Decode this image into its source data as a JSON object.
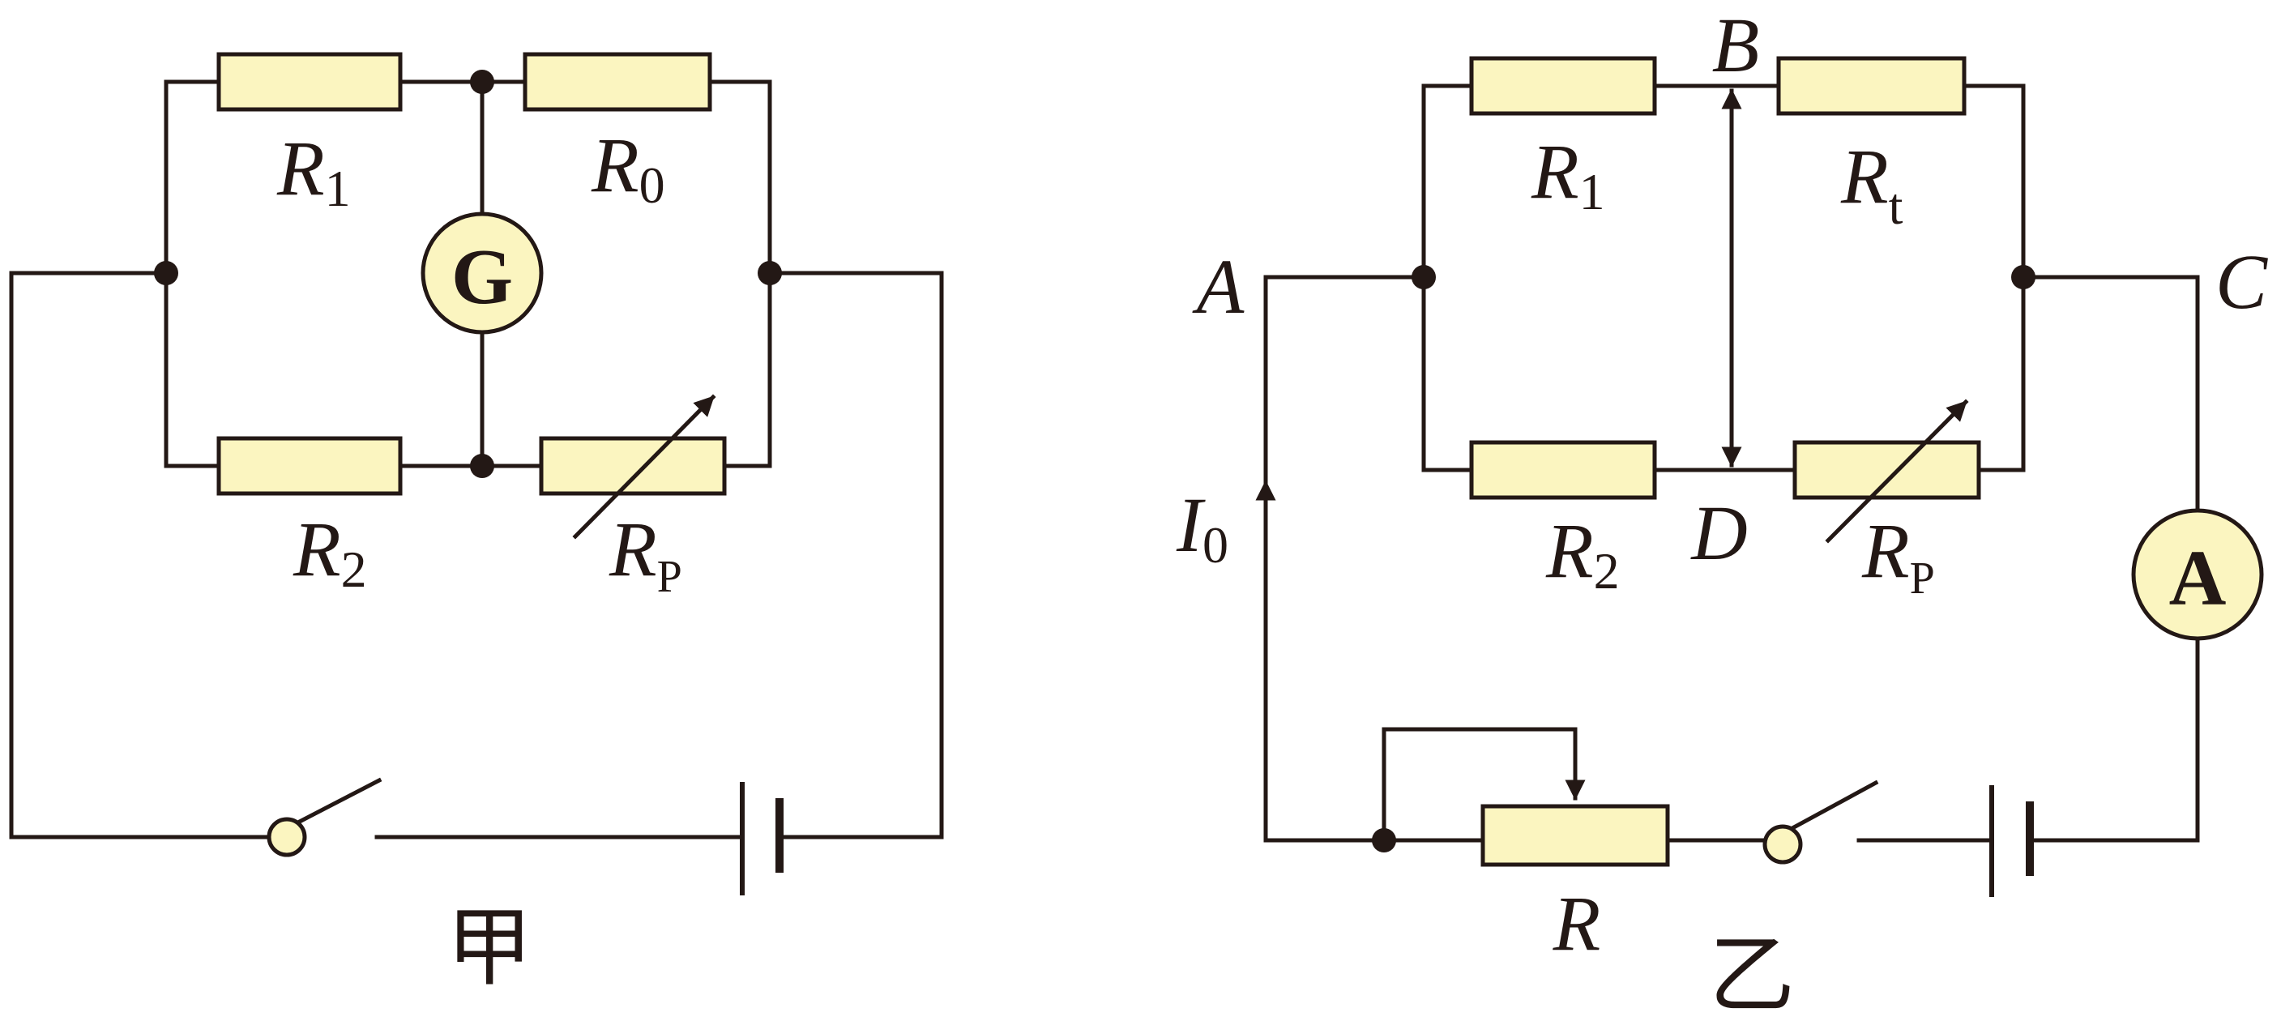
{
  "circuit_jia": {
    "caption": "甲",
    "galvanometer": "G",
    "resistors": {
      "r1": {
        "main": "R",
        "sub": "1"
      },
      "r0": {
        "main": "R",
        "sub": "0"
      },
      "r2": {
        "main": "R",
        "sub": "2"
      },
      "rp": {
        "main": "R",
        "sub": "P"
      }
    }
  },
  "circuit_yi": {
    "caption": "乙",
    "ammeter": "A",
    "nodes": {
      "a": "A",
      "b": "B",
      "c": "C",
      "d": "D"
    },
    "current": {
      "main": "I",
      "sub": "0"
    },
    "resistors": {
      "r1": {
        "main": "R",
        "sub": "1"
      },
      "rt": {
        "main": "R",
        "sub": "t"
      },
      "r2": {
        "main": "R",
        "sub": "2"
      },
      "rp": {
        "main": "R",
        "sub": "P"
      },
      "r": {
        "main": "R"
      }
    }
  }
}
